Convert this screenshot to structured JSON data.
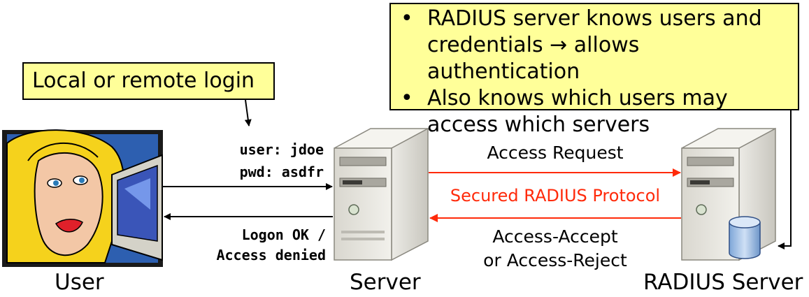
{
  "callout_radius": {
    "bullets": [
      "RADIUS server knows users and credentials → allows authentication",
      "Also knows which users may access which servers"
    ]
  },
  "callout_login": {
    "text": "Local or remote login"
  },
  "client_credentials": {
    "user": "user: jdoe",
    "pwd": "pwd: asdfr"
  },
  "client_response": {
    "line1": "Logon OK /",
    "line2": "Access denied"
  },
  "protocol": {
    "request": "Access Request",
    "name": "Secured RADIUS Protocol",
    "response_line1": "Access-Accept",
    "response_line2": "or Access-Reject"
  },
  "captions": {
    "user": "User",
    "server": "Server",
    "radius": "RADIUS Server"
  },
  "colors": {
    "callout_fill": "#ffff99",
    "protocol_red": "#ff2a0a"
  }
}
